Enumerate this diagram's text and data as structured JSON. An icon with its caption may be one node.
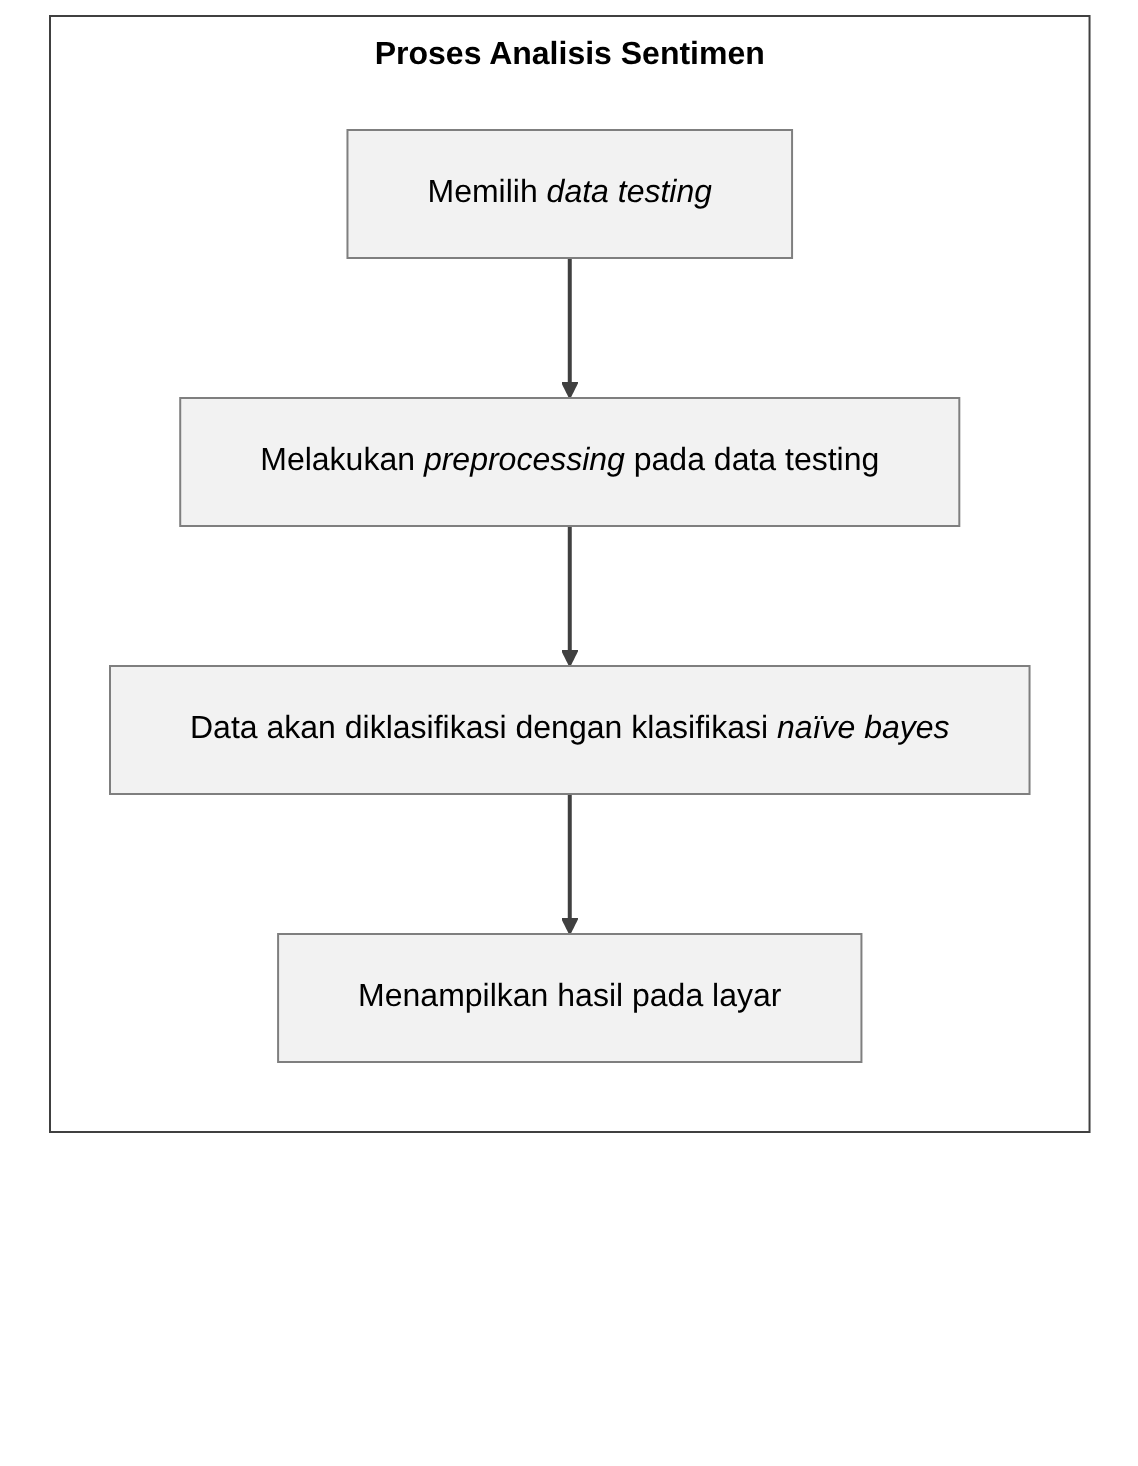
{
  "diagram": {
    "nodes": [
      {
        "text": [
          "Proses Analisis Sentimen"
        ]
      },
      {
        "text": [
          "Memilih *data testing*"
        ],
        "in": 0
      },
      {
        "text": [
          "Melakukan *preprocessing* pada data testing"
        ],
        "in": 0
      },
      {
        "text": [
          "Data akan diklasifikasi dengan klasifikasi *naïve bayes*"
        ],
        "in": 0
      },
      {
        "text": [
          "Menampilkan hasil pada layar"
        ],
        "in": 0
      }
    ],
    "edges": [
      {
        "from": 1,
        "to": 2,
        "arrow": "to"
      },
      {
        "from": 2,
        "to": 3,
        "arrow": "to"
      },
      {
        "from": 3,
        "to": 4,
        "arrow": "to"
      }
    ]
  }
}
